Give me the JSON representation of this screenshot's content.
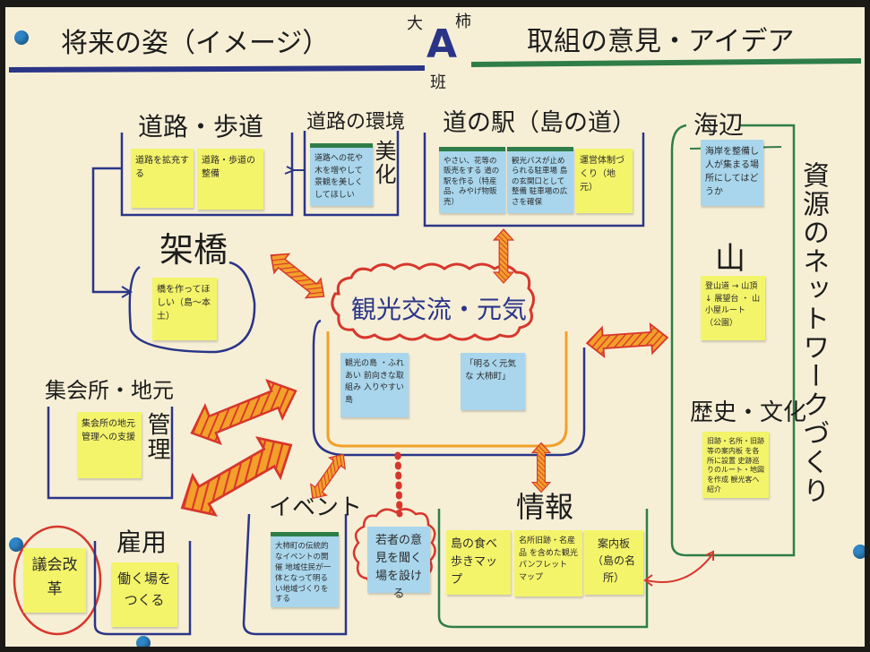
{
  "header": {
    "left_title": "将来の姿（イメージ）",
    "right_title": "取組の意見・アイデア",
    "team_letter": "A",
    "team_prefix": "大",
    "team_sub": "柿",
    "team_suffix": "班"
  },
  "groups": {
    "road": {
      "title": "道路・歩道",
      "notes": [
        "道路を拡充する",
        "道路・歩道の整備"
      ]
    },
    "road_beautify": {
      "title": "道路の環境",
      "side": "美化",
      "notes": [
        "道路への花や木を増やして景観を美しくしてほしい"
      ]
    },
    "roadside_station": {
      "title": "道の駅（島の道）",
      "notes": [
        "やさい、花等の販売をする 道の駅を作る（特産品、みやげ物販売）",
        "観光バスが止められる駐車場 島の玄関口として整備 駐車場の広さを確保",
        "運営体制づくり（地元）"
      ]
    },
    "bridge": {
      "title": "架橋",
      "notes": [
        "橋を作ってほしい（島～本土）"
      ]
    },
    "center": {
      "title": "観光交流・元気",
      "notes": [
        "観光の島 ・ふれあい 前向きな取組み 入りやすい島",
        "「明るく元気な 大柿町」"
      ]
    },
    "assembly": {
      "title": "集会所・地元",
      "side": "管理",
      "notes": [
        "集会所の地元管理への支援"
      ]
    },
    "employment": {
      "title": "雇用",
      "notes": [
        "働く場をつくる"
      ]
    },
    "reform": {
      "notes": [
        "議会改革"
      ]
    },
    "event": {
      "title": "イベント",
      "notes": [
        "大柿町の伝統的なイベントの開催 地域住民が一体となって明るい地域づくりをする"
      ]
    },
    "youth": {
      "notes": [
        "若者の意見を聞く場を設ける"
      ]
    },
    "info": {
      "title": "情報",
      "notes": [
        "島の食べ歩きマップ",
        "名所旧跡・名産品 を含めた観光パンフレット マップ",
        "案内板（島の名所）"
      ]
    },
    "coast": {
      "title": "海辺",
      "notes": [
        "海岸を整備し人が集まる場所にしてはどうか"
      ]
    },
    "mountain": {
      "title": "山",
      "notes": [
        "登山道 → 山頂 ↓ 展望台 ・ 山小屋ルート（公園）"
      ]
    },
    "history": {
      "title": "歴史・文化",
      "notes": [
        "旧跡・名所・旧跡等の案内板 を各所に設置 史跡巡りのルート・地図を作成 観光客へ紹介"
      ]
    },
    "network": {
      "title": "資源のネットワークづくり"
    }
  },
  "colors": {
    "navy": "#2b3588",
    "green": "#2f7d48",
    "red": "#d8362c",
    "orange": "#f2a02a",
    "yellow_note": "#f3f46a",
    "blue_note": "#a9d6ec",
    "paper": "#f6efd6"
  },
  "icons": [
    "pushpin-icon",
    "double-arrow-icon",
    "cloud-outline-icon"
  ]
}
